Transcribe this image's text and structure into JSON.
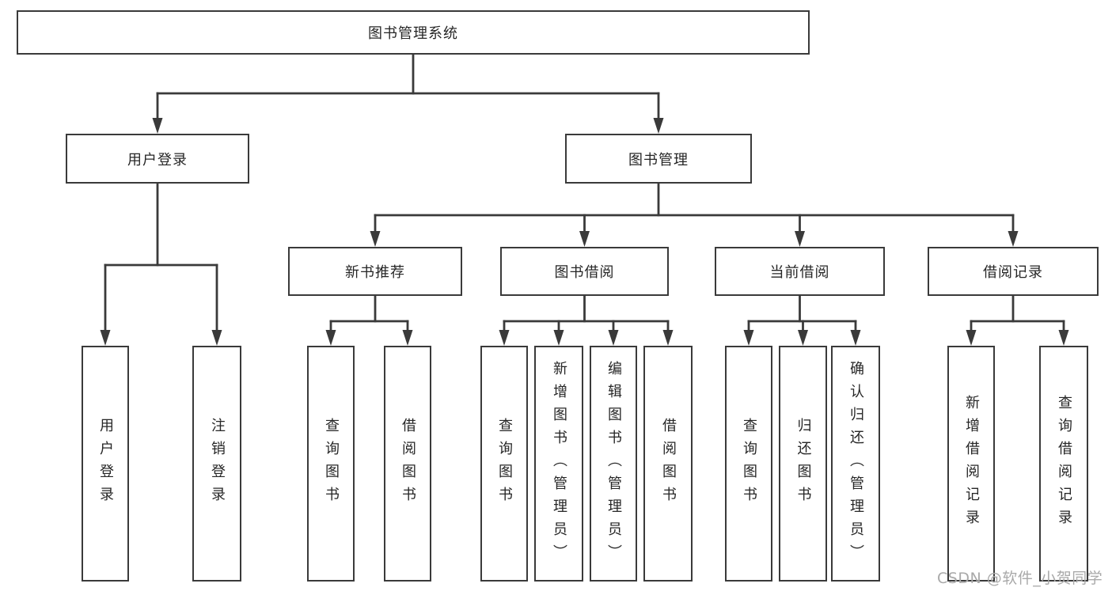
{
  "colors": {
    "line": "#3a3a3a",
    "text": "#262626",
    "box-bg": "#ffffff",
    "watermark": "#a9a9a9",
    "canvas-bg": "#ffffff"
  },
  "watermark": {
    "text": "CSDN @软件_小贺同学"
  },
  "tree": {
    "root": {
      "label": "图书管理系统"
    },
    "children": [
      {
        "label": "用户登录",
        "children": [
          {
            "label": "用户登录"
          },
          {
            "label": "注销登录"
          }
        ]
      },
      {
        "label": "图书管理",
        "children": [
          {
            "label": "新书推荐",
            "children": [
              {
                "label": "查询图书"
              },
              {
                "label": "借阅图书"
              }
            ]
          },
          {
            "label": "图书借阅",
            "children": [
              {
                "label": "查询图书"
              },
              {
                "label": "新增图书（管理员）"
              },
              {
                "label": "编辑图书（管理员）"
              },
              {
                "label": "借阅图书"
              }
            ]
          },
          {
            "label": "当前借阅",
            "children": [
              {
                "label": "查询图书"
              },
              {
                "label": "归还图书"
              },
              {
                "label": "确认归还（管理员）"
              }
            ]
          },
          {
            "label": "借阅记录",
            "children": [
              {
                "label": "新增借阅记录"
              },
              {
                "label": "查询借阅记录"
              }
            ]
          }
        ]
      }
    ]
  }
}
